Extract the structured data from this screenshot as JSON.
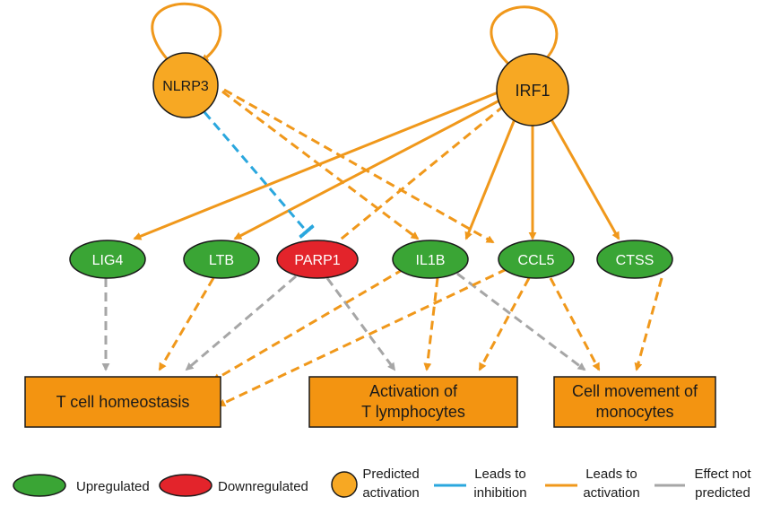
{
  "colors": {
    "upregulated": "#3aa535",
    "downregulated": "#e3242b",
    "predicted": "#f7a823",
    "orange_edge": "#f0981b",
    "blue_edge": "#2aa7de",
    "grey_edge": "#a6a6a6",
    "box_fill": "#f39411"
  },
  "nodes": {
    "nlrp3": {
      "label": "NLRP3"
    },
    "irf1": {
      "label": "IRF1"
    },
    "lig4": {
      "label": "LIG4"
    },
    "ltb": {
      "label": "LTB"
    },
    "parp1": {
      "label": "PARP1"
    },
    "il1b": {
      "label": "IL1B"
    },
    "ccl5": {
      "label": "CCL5"
    },
    "ctss": {
      "label": "CTSS"
    }
  },
  "outcomes": {
    "t_cell_homeostasis": {
      "line1": "T cell homeostasis",
      "line2": ""
    },
    "activation_t_lymphocytes": {
      "line1": "Activation of",
      "line2": "T lymphocytes"
    },
    "cell_movement_monocytes": {
      "line1": "Cell movement of",
      "line2": "monocytes"
    }
  },
  "legend": {
    "upregulated": {
      "line1": "Upregulated",
      "line2": ""
    },
    "downregulated": {
      "line1": "Downregulated",
      "line2": ""
    },
    "predicted_activation": {
      "line1": "Predicted",
      "line2": "activation"
    },
    "leads_to_inhibition": {
      "line1": "Leads to",
      "line2": "inhibition"
    },
    "leads_to_activation": {
      "line1": "Leads to",
      "line2": "activation"
    },
    "effect_not_predicted": {
      "line1": "Effect not",
      "line2": "predicted"
    }
  }
}
